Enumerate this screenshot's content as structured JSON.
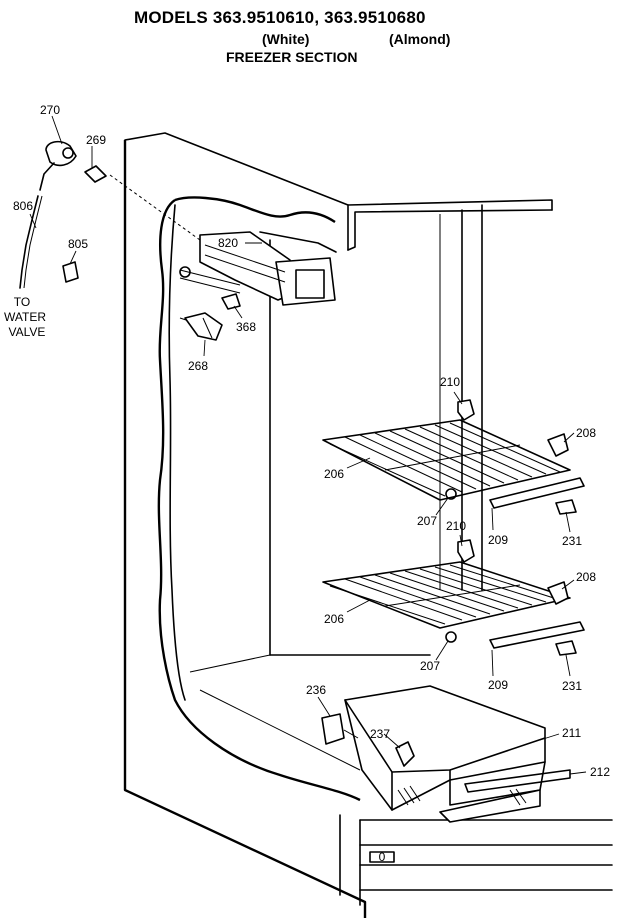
{
  "header": {
    "title": "MODELS 363.9510610, 363.9510680",
    "variant_white": "(White)",
    "variant_almond": "(Almond)",
    "section": "FREEZER SECTION"
  },
  "water_note": [
    "TO",
    "WATER",
    "VALVE"
  ],
  "parts": [
    {
      "id": "270",
      "label": "270"
    },
    {
      "id": "269",
      "label": "269"
    },
    {
      "id": "806",
      "label": "806"
    },
    {
      "id": "805",
      "label": "805"
    },
    {
      "id": "820",
      "label": "820"
    },
    {
      "id": "368",
      "label": "368"
    },
    {
      "id": "268",
      "label": "268"
    },
    {
      "id": "210a",
      "label": "210"
    },
    {
      "id": "208a",
      "label": "208"
    },
    {
      "id": "206a",
      "label": "206"
    },
    {
      "id": "207a",
      "label": "207"
    },
    {
      "id": "209a",
      "label": "209"
    },
    {
      "id": "231a",
      "label": "231"
    },
    {
      "id": "210b",
      "label": "210"
    },
    {
      "id": "208b",
      "label": "208"
    },
    {
      "id": "206b",
      "label": "206"
    },
    {
      "id": "207b",
      "label": "207"
    },
    {
      "id": "209b",
      "label": "209"
    },
    {
      "id": "231b",
      "label": "231"
    },
    {
      "id": "236",
      "label": "236"
    },
    {
      "id": "237",
      "label": "237"
    },
    {
      "id": "211",
      "label": "211"
    },
    {
      "id": "212",
      "label": "212"
    }
  ]
}
